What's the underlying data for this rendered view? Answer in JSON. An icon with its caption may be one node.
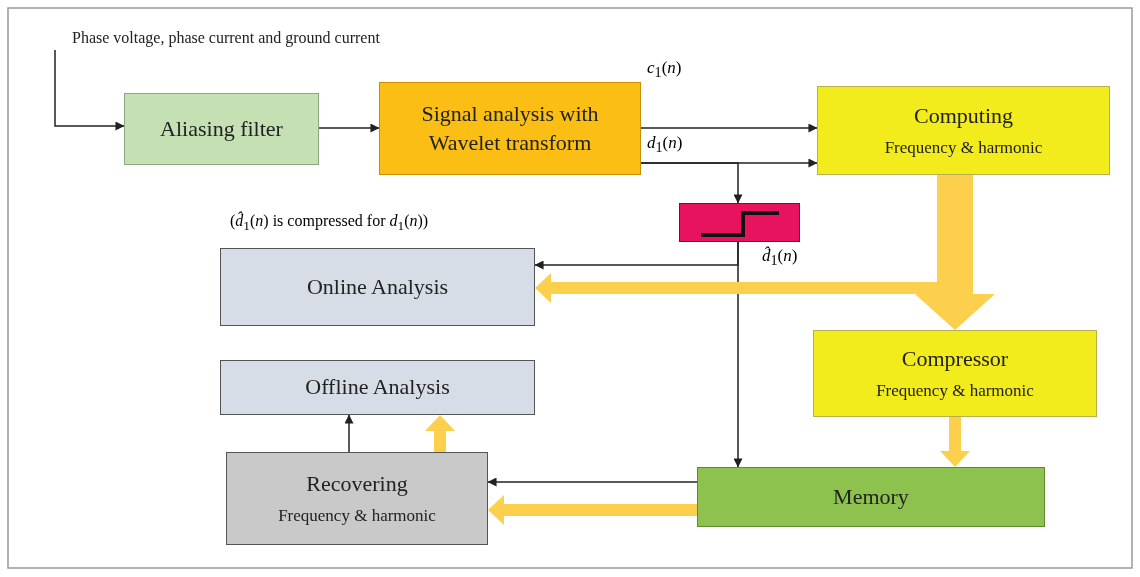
{
  "diagram": {
    "nodes": [
      {
        "text": [
          "Phase voltage, phase current and ground current"
        ]
      },
      {
        "text": [
          "Aliasing filter"
        ]
      },
      {
        "text": [
          "Signal analysis with Wavelet transform"
        ]
      },
      {
        "text": [
          "Computing",
          "Frequency & harmonic"
        ]
      },
      {
        "text": [],
        "shape": "box"
      },
      {
        "text": [
          "Online Analysis"
        ]
      },
      {
        "text": [
          "Compressor",
          "Frequency & harmonic"
        ]
      },
      {
        "text": [
          "Offline Analysis"
        ]
      },
      {
        "text": [
          "Recovering",
          "Frequency & harmonic"
        ]
      },
      {
        "text": [
          "Memory"
        ]
      }
    ],
    "edges": [
      {
        "from": 0,
        "to": 1,
        "arrow": "to"
      },
      {
        "from": 1,
        "to": 2,
        "arrow": "to"
      },
      {
        "from": 2,
        "to": 3,
        "arrow": "to",
        "label": "*c*$_{1}$(*n*)"
      },
      {
        "from": 2,
        "to": 3,
        "arrow": "to",
        "label": "*d*$_{1}$(*n*)"
      },
      {
        "from": 2,
        "to": 4,
        "arrow": "to"
      },
      {
        "from": 4,
        "to": 5,
        "arrow": "to",
        "label": "*d̂*$_{1}$(*n*)"
      },
      {
        "from": 4,
        "to": 9,
        "arrow": "to"
      },
      {
        "from": 3,
        "to": 6,
        "arrow": "to",
        "style": "thick",
        "color": "#fcd04c"
      },
      {
        "from": 3,
        "to": 5,
        "arrow": "to",
        "style": "thick",
        "color": "#fcd04c"
      },
      {
        "from": 6,
        "to": 9,
        "arrow": "to",
        "style": "thick",
        "color": "#fcd04c"
      },
      {
        "from": 9,
        "to": 8,
        "arrow": "to"
      },
      {
        "from": 9,
        "to": 8,
        "arrow": "to",
        "style": "thick",
        "color": "#fcd04c"
      },
      {
        "from": 8,
        "to": 7,
        "arrow": "to"
      },
      {
        "from": 8,
        "to": 7,
        "arrow": "to",
        "style": "thick",
        "color": "#fcd04c"
      }
    ],
    "labels": [
      "(*d̂*$_{1}$(*n*) is compressed for *d*$_{1}$(*n*))"
    ]
  }
}
